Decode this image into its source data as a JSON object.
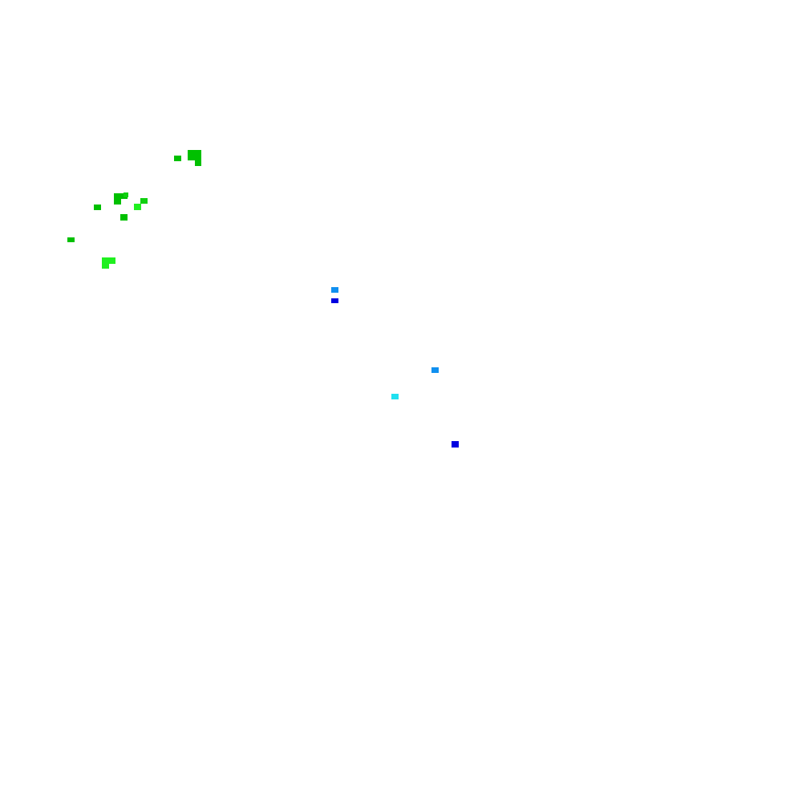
{
  "palette": {
    "background": "#ffffff",
    "green_dark": "#00c000",
    "green_mid": "#10d010",
    "green_bright": "#20f020",
    "blue_light": "#1090f0",
    "cyan": "#20e0f0",
    "blue_dark": "#0000e0"
  },
  "marks": [
    {
      "color": "green_dark"
    },
    {
      "color": "green_dark"
    },
    {
      "color": "green_dark"
    },
    {
      "color": "green_dark"
    },
    {
      "color": "green_dark"
    },
    {
      "color": "green_dark"
    },
    {
      "color": "green_dark"
    },
    {
      "color": "green_dark"
    },
    {
      "color": "green_bright"
    },
    {
      "color": "green_mid"
    },
    {
      "color": "green_mid"
    },
    {
      "color": "green_dark"
    },
    {
      "color": "green_dark"
    },
    {
      "color": "green_bright"
    },
    {
      "color": "green_bright"
    },
    {
      "color": "green_bright"
    },
    {
      "color": "blue_light"
    },
    {
      "color": "blue_dark"
    },
    {
      "color": "blue_light"
    },
    {
      "color": "cyan"
    },
    {
      "color": "blue_dark"
    }
  ]
}
